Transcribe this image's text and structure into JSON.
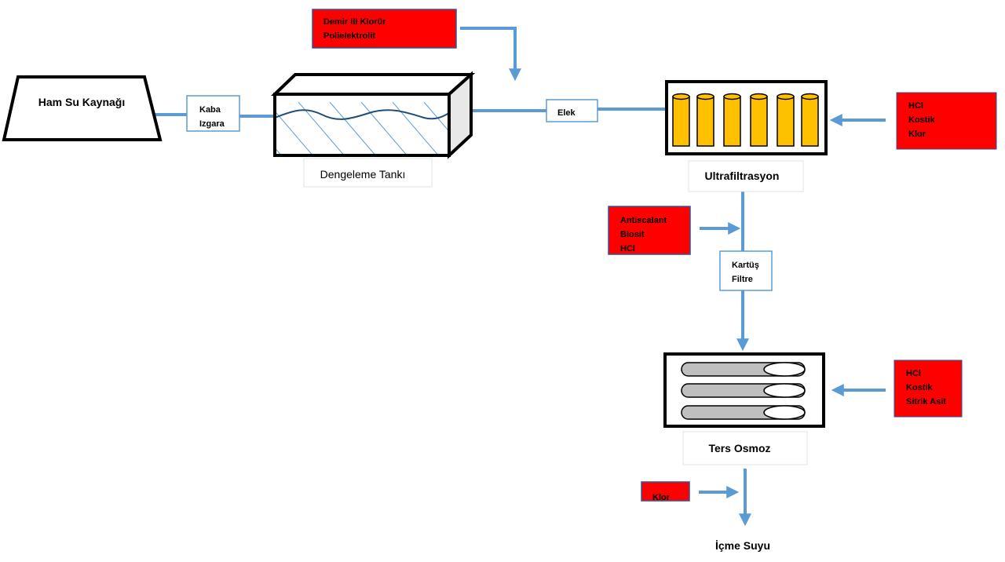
{
  "source": {
    "label": "Ham Su Kaynağı"
  },
  "coarse_screen": {
    "line1": "Kaba",
    "line2": "Izgara"
  },
  "equalization_tank": {
    "label": "Dengeleme Tankı"
  },
  "coagulant_dosing": {
    "line1": "Demir III Klorür",
    "line2": "Polielektrolit"
  },
  "sieve": {
    "label": "Elek"
  },
  "ultrafiltration": {
    "label": "Ultrafiltrasyon"
  },
  "uf_chemicals": {
    "line1": "HCl",
    "line2": "Kostik",
    "line3": "Klor"
  },
  "ro_pretreat_dosing": {
    "line1": "Antiscalant",
    "line2": "Biosit",
    "line3": "HCl"
  },
  "cartridge_filter": {
    "line1": "Kartüş",
    "line2": "Filtre"
  },
  "reverse_osmosis": {
    "label": "Ters Osmoz"
  },
  "ro_chemicals": {
    "line1": "HCl",
    "line2": "Kostik",
    "line3": "Sitrik Asit"
  },
  "disinfection": {
    "label": "Klor"
  },
  "product": {
    "label": "İçme Suyu"
  },
  "colors": {
    "pipe": "#5b9bd5",
    "chemical": "#ff0000",
    "uf_membrane": "#ffc000",
    "ro_membrane": "#bfbfbf",
    "water_line": "#1f4e79"
  }
}
